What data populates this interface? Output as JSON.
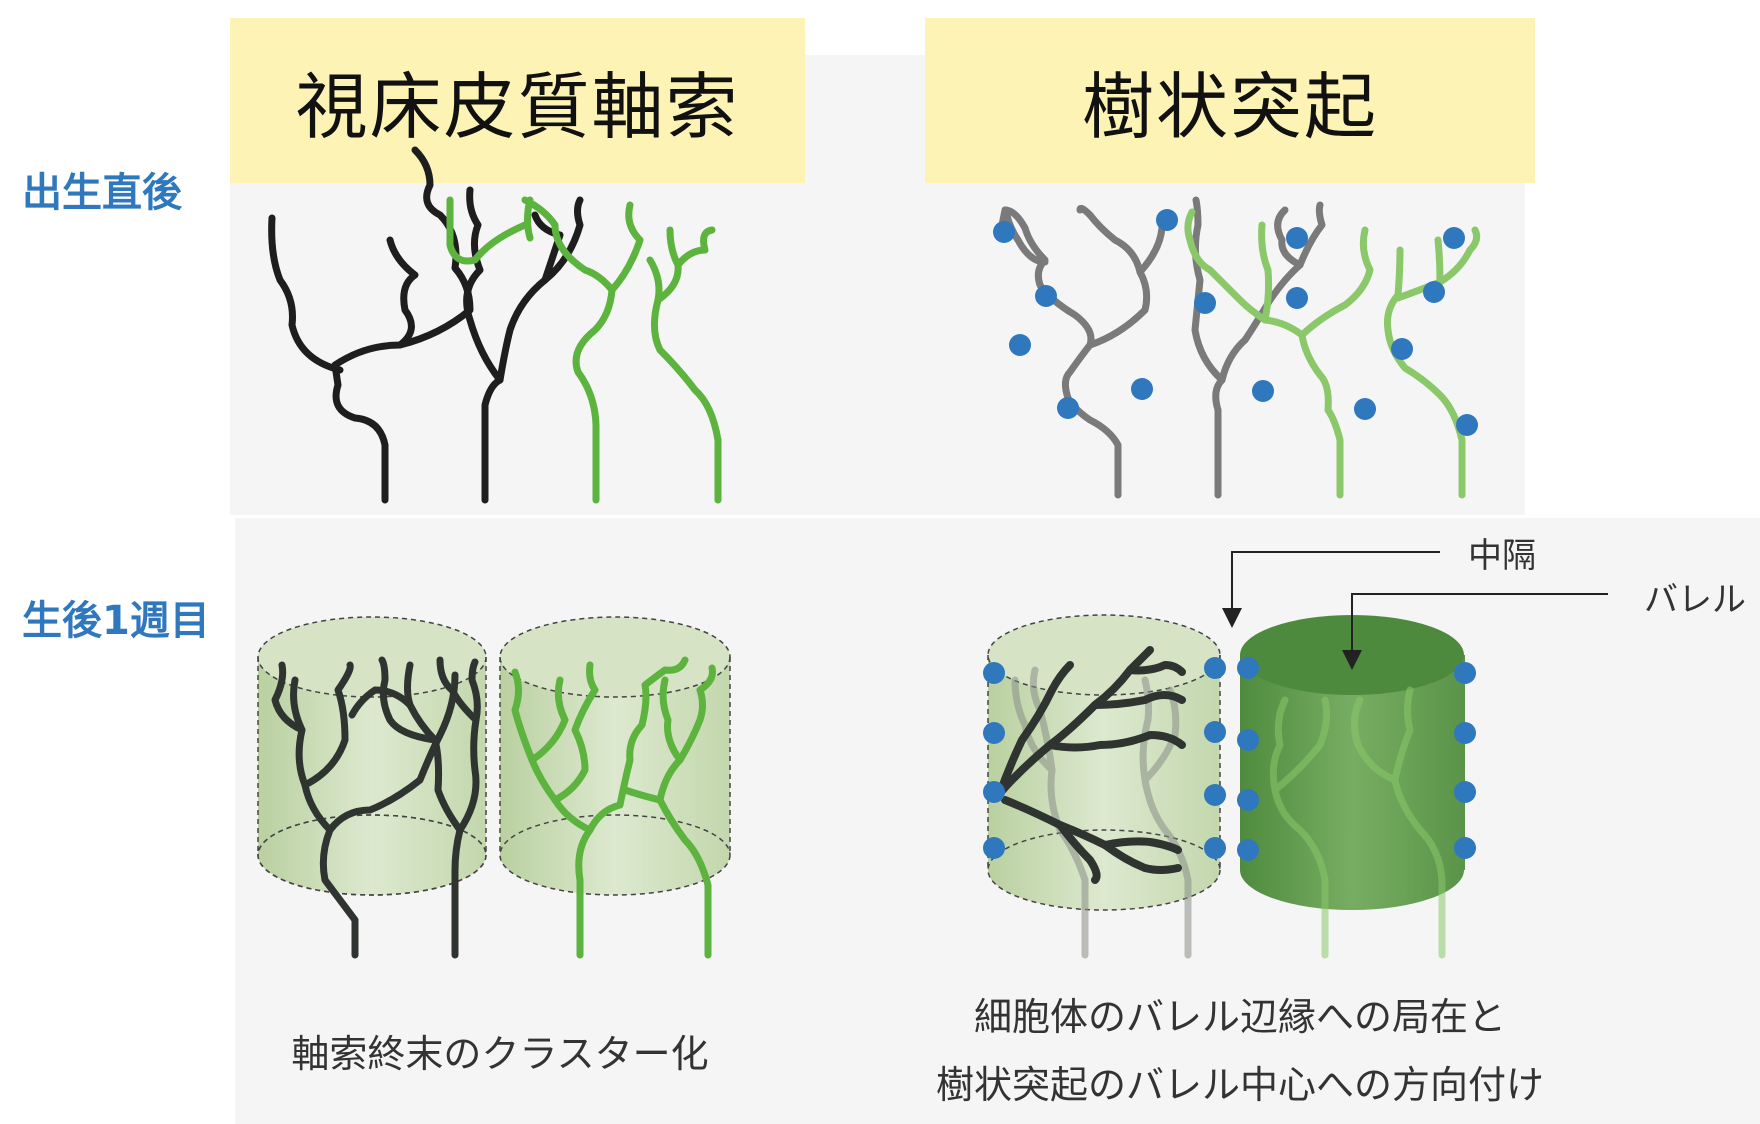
{
  "headers": {
    "axon": "視床皮質軸索",
    "dendrite": "樹状突起"
  },
  "row_labels": {
    "newborn": "出生直後",
    "week1": "生後1週目"
  },
  "captions": {
    "axon_week1": "軸索終末のクラスター化",
    "dendrite_week1_line1": "細胞体のバレル辺縁への局在と",
    "dendrite_week1_line2": "樹状突起のバレル中心への方向付け"
  },
  "callouts": {
    "septum": "中隔",
    "barrel": "バレル"
  },
  "colors": {
    "header_bg": "#fcf3b4",
    "label_blue": "#2f78be",
    "axon_dark": "#1e1e1e",
    "axon_green": "#5cb33d",
    "dendrite_gray": "#7a7a7a",
    "dendrite_green": "#8ac86a",
    "soma_blue": "#2f78be",
    "barrel_light": "#cfdfbd",
    "barrel_dark": "#5e9c4b"
  }
}
